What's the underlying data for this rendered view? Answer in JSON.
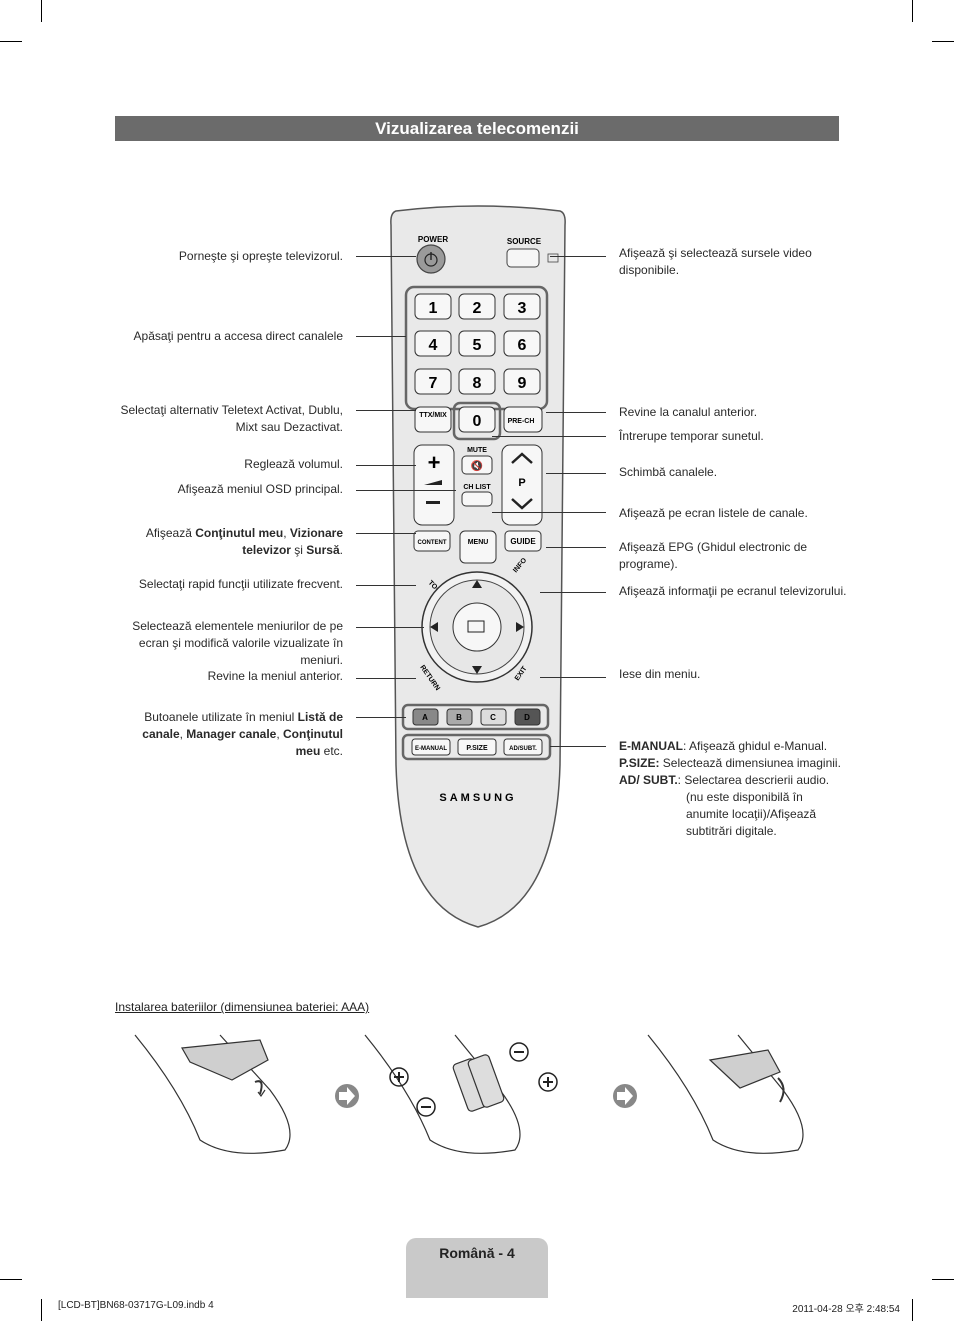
{
  "page_title": "Vizualizarea telecomenzii",
  "left_labels": {
    "power": "Porneşte şi opreşte televizorul.",
    "numbers": "Apăsaţi pentru a accesa direct canalele",
    "ttx_1": "Selectaţi alternativ Teletext Activat, Dublu,",
    "ttx_2": "Mixt sau Dezactivat.",
    "volume": "Reglează volumul.",
    "menu": "Afişează meniul OSD principal.",
    "content_1a": "Afişează ",
    "content_1b": "Conţinutul meu",
    "content_1c": ", ",
    "content_1d": "Vizionare",
    "content_2a": "televizor",
    "content_2b": " şi ",
    "content_2c": "Sursă",
    "content_2d": ".",
    "tools": "Selectaţi rapid funcţii utilizate frecvent.",
    "nav_1": "Selectează elementele meniurilor de pe",
    "nav_2": "ecran şi modifică valorile vizualizate în",
    "nav_3": "meniuri.",
    "return": "Revine la meniul anterior.",
    "color_1a": "Butoanele utilizate în meniul ",
    "color_1b": "Listă de",
    "color_2a": "canale",
    "color_2b": ", ",
    "color_2c": "Manager canale",
    "color_2d": ", ",
    "color_2e": "Conţinutul",
    "color_3a": "meu",
    "color_3b": " etc."
  },
  "right_labels": {
    "source_1": "Afişează şi selectează sursele video",
    "source_2": "disponibile.",
    "prech": "Revine la canalul anterior.",
    "mute": "Întrerupe temporar sunetul.",
    "channel": "Schimbă canalele.",
    "chlist": "Afişează pe ecran listele de canale.",
    "guide_1": "Afişează EPG (Ghidul electronic de",
    "guide_2": "programe).",
    "info": "Afişează informaţii pe ecranul televizorului.",
    "exit": "Iese din meniu.",
    "emanual_key": "E-MANUAL",
    "emanual_desc": ": Afişează ghidul e-Manual.",
    "psize_key": "P.SIZE:",
    "psize_desc": " Selectează dimensiunea imaginii.",
    "adsubt_key": "AD/ SUBT.",
    "adsubt_desc_1": ": Selectarea descrierii audio.",
    "adsubt_desc_2": "(nu este disponibilă în",
    "adsubt_desc_3": "anumite locaţii)/Afişează",
    "adsubt_desc_4": "subtitrări digitale."
  },
  "remote": {
    "power": "POWER",
    "source": "SOURCE",
    "digits": [
      "1",
      "2",
      "3",
      "4",
      "5",
      "6",
      "7",
      "8",
      "9",
      "0"
    ],
    "ttx": "TTX/MIX",
    "prech": "PRE-CH",
    "mute": "MUTE",
    "p": "P",
    "chlist": "CH LIST",
    "content": "CONTENT",
    "menu": "MENU",
    "guide": "GUIDE",
    "tools": "TOOLS",
    "info": "INFO",
    "return": "RETURN",
    "exit": "EXIT",
    "color_keys": [
      "A",
      "B",
      "C",
      "D"
    ],
    "emanual": "E-MANUAL",
    "psize": "P.SIZE",
    "adsubt": "AD/SUBT.",
    "brand": "SAMSUNG"
  },
  "battery_heading": "Instalarea bateriilor (dimensiunea bateriei: AAA)",
  "footer": "Română - 4",
  "slug_left": "[LCD-BT]BN68-03717G-L09.indb   4",
  "slug_right": "2011-04-28   오후 2:48:54"
}
